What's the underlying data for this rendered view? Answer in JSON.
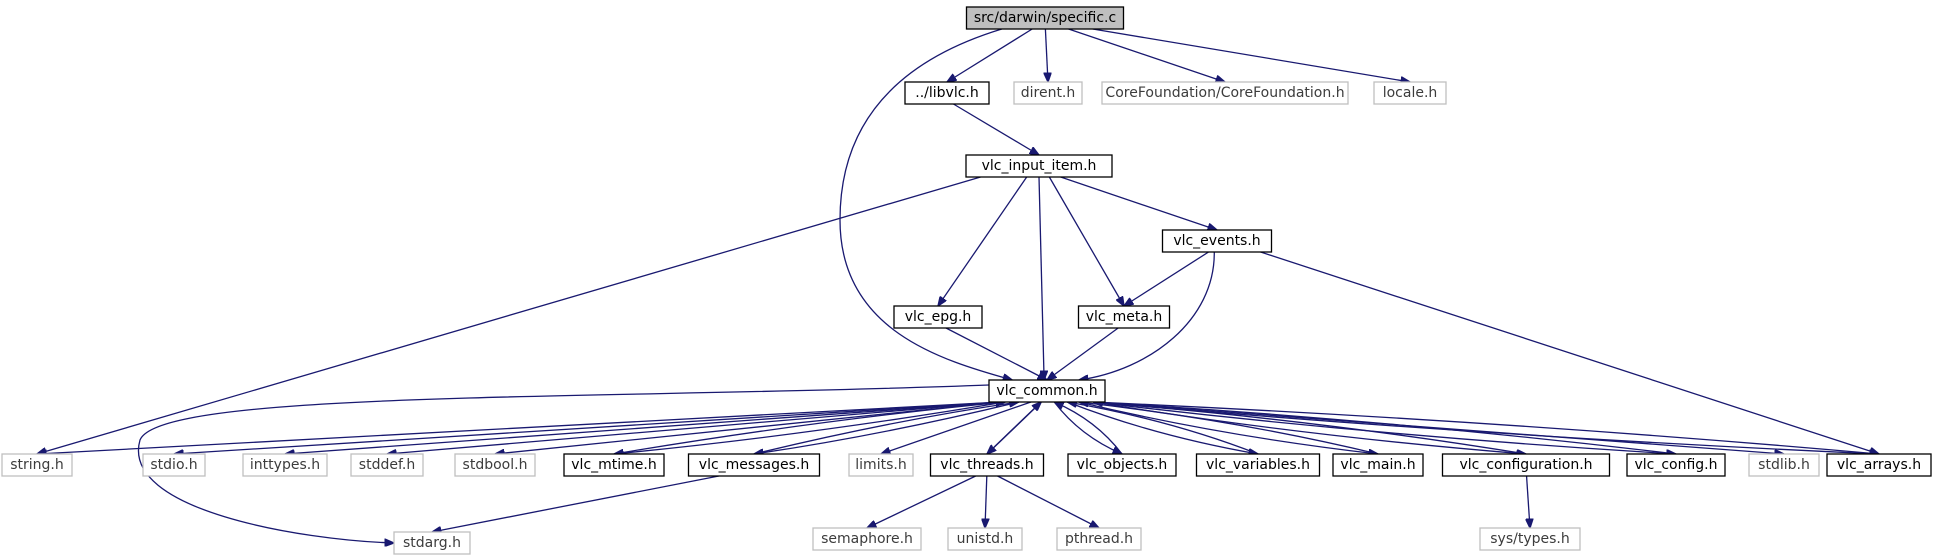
{
  "diagram": {
    "type": "include-dependency-graph",
    "colors": {
      "edge": "#191970",
      "root_fill": "#bfbfbf",
      "documented_border": "#000000",
      "external_border": "#bfbfbf",
      "external_text": "#3c3c3c"
    },
    "nodes": [
      {
        "id": "specific_c",
        "label": "src/darwin/specific.c",
        "kind": "root"
      },
      {
        "id": "libvlc_h",
        "label": "../libvlc.h",
        "kind": "documented"
      },
      {
        "id": "dirent_h",
        "label": "dirent.h",
        "kind": "external"
      },
      {
        "id": "cf_h",
        "label": "CoreFoundation/CoreFoundation.h",
        "kind": "external"
      },
      {
        "id": "locale_h",
        "label": "locale.h",
        "kind": "external"
      },
      {
        "id": "vlc_input_item_h",
        "label": "vlc_input_item.h",
        "kind": "documented"
      },
      {
        "id": "vlc_events_h",
        "label": "vlc_events.h",
        "kind": "documented"
      },
      {
        "id": "vlc_epg_h",
        "label": "vlc_epg.h",
        "kind": "documented"
      },
      {
        "id": "vlc_meta_h",
        "label": "vlc_meta.h",
        "kind": "documented"
      },
      {
        "id": "vlc_common_h",
        "label": "vlc_common.h",
        "kind": "documented"
      },
      {
        "id": "string_h",
        "label": "string.h",
        "kind": "external"
      },
      {
        "id": "stdio_h",
        "label": "stdio.h",
        "kind": "external"
      },
      {
        "id": "inttypes_h",
        "label": "inttypes.h",
        "kind": "external"
      },
      {
        "id": "stddef_h",
        "label": "stddef.h",
        "kind": "external"
      },
      {
        "id": "stdbool_h",
        "label": "stdbool.h",
        "kind": "external"
      },
      {
        "id": "vlc_mtime_h",
        "label": "vlc_mtime.h",
        "kind": "documented"
      },
      {
        "id": "vlc_messages_h",
        "label": "vlc_messages.h",
        "kind": "documented"
      },
      {
        "id": "limits_h",
        "label": "limits.h",
        "kind": "external"
      },
      {
        "id": "vlc_threads_h",
        "label": "vlc_threads.h",
        "kind": "documented"
      },
      {
        "id": "vlc_objects_h",
        "label": "vlc_objects.h",
        "kind": "documented"
      },
      {
        "id": "vlc_variables_h",
        "label": "vlc_variables.h",
        "kind": "documented"
      },
      {
        "id": "vlc_main_h",
        "label": "vlc_main.h",
        "kind": "documented"
      },
      {
        "id": "vlc_configuration_h",
        "label": "vlc_configuration.h",
        "kind": "documented"
      },
      {
        "id": "vlc_config_h",
        "label": "vlc_config.h",
        "kind": "documented"
      },
      {
        "id": "stdlib_h",
        "label": "stdlib.h",
        "kind": "external"
      },
      {
        "id": "vlc_arrays_h",
        "label": "vlc_arrays.h",
        "kind": "documented"
      },
      {
        "id": "stdarg_h",
        "label": "stdarg.h",
        "kind": "external"
      },
      {
        "id": "semaphore_h",
        "label": "semaphore.h",
        "kind": "external"
      },
      {
        "id": "unistd_h",
        "label": "unistd.h",
        "kind": "external"
      },
      {
        "id": "pthread_h",
        "label": "pthread.h",
        "kind": "external"
      },
      {
        "id": "sys_types_h",
        "label": "sys/types.h",
        "kind": "external"
      }
    ],
    "edges": [
      {
        "from": "specific_c",
        "to": "libvlc_h"
      },
      {
        "from": "specific_c",
        "to": "dirent_h"
      },
      {
        "from": "specific_c",
        "to": "cf_h"
      },
      {
        "from": "specific_c",
        "to": "locale_h"
      },
      {
        "from": "specific_c",
        "to": "vlc_common_h"
      },
      {
        "from": "libvlc_h",
        "to": "vlc_input_item_h"
      },
      {
        "from": "vlc_input_item_h",
        "to": "string_h"
      },
      {
        "from": "vlc_input_item_h",
        "to": "vlc_epg_h"
      },
      {
        "from": "vlc_input_item_h",
        "to": "vlc_common_h"
      },
      {
        "from": "vlc_input_item_h",
        "to": "vlc_meta_h"
      },
      {
        "from": "vlc_input_item_h",
        "to": "vlc_events_h"
      },
      {
        "from": "vlc_events_h",
        "to": "vlc_meta_h"
      },
      {
        "from": "vlc_events_h",
        "to": "vlc_common_h"
      },
      {
        "from": "vlc_events_h",
        "to": "vlc_arrays_h"
      },
      {
        "from": "vlc_epg_h",
        "to": "vlc_common_h"
      },
      {
        "from": "vlc_meta_h",
        "to": "vlc_common_h"
      },
      {
        "from": "vlc_common_h",
        "to": "string_h"
      },
      {
        "from": "vlc_common_h",
        "to": "stdio_h"
      },
      {
        "from": "vlc_common_h",
        "to": "inttypes_h"
      },
      {
        "from": "vlc_common_h",
        "to": "stddef_h"
      },
      {
        "from": "vlc_common_h",
        "to": "stdbool_h"
      },
      {
        "from": "vlc_common_h",
        "to": "vlc_mtime_h"
      },
      {
        "from": "vlc_mtime_h",
        "to": "vlc_common_h"
      },
      {
        "from": "vlc_common_h",
        "to": "vlc_messages_h"
      },
      {
        "from": "vlc_messages_h",
        "to": "vlc_common_h"
      },
      {
        "from": "vlc_common_h",
        "to": "limits_h"
      },
      {
        "from": "vlc_common_h",
        "to": "vlc_threads_h"
      },
      {
        "from": "vlc_threads_h",
        "to": "vlc_common_h"
      },
      {
        "from": "vlc_common_h",
        "to": "vlc_objects_h"
      },
      {
        "from": "vlc_objects_h",
        "to": "vlc_common_h"
      },
      {
        "from": "vlc_common_h",
        "to": "vlc_variables_h"
      },
      {
        "from": "vlc_variables_h",
        "to": "vlc_common_h"
      },
      {
        "from": "vlc_common_h",
        "to": "vlc_main_h"
      },
      {
        "from": "vlc_main_h",
        "to": "vlc_common_h"
      },
      {
        "from": "vlc_common_h",
        "to": "vlc_configuration_h"
      },
      {
        "from": "vlc_configuration_h",
        "to": "vlc_common_h"
      },
      {
        "from": "vlc_common_h",
        "to": "vlc_config_h"
      },
      {
        "from": "vlc_config_h",
        "to": "vlc_common_h"
      },
      {
        "from": "vlc_common_h",
        "to": "stdlib_h"
      },
      {
        "from": "vlc_common_h",
        "to": "vlc_arrays_h"
      },
      {
        "from": "vlc_arrays_h",
        "to": "vlc_common_h"
      },
      {
        "from": "vlc_common_h",
        "to": "stdarg_h"
      },
      {
        "from": "vlc_messages_h",
        "to": "stdarg_h"
      },
      {
        "from": "vlc_threads_h",
        "to": "semaphore_h"
      },
      {
        "from": "vlc_threads_h",
        "to": "unistd_h"
      },
      {
        "from": "vlc_threads_h",
        "to": "pthread_h"
      },
      {
        "from": "vlc_configuration_h",
        "to": "sys_types_h"
      }
    ]
  }
}
